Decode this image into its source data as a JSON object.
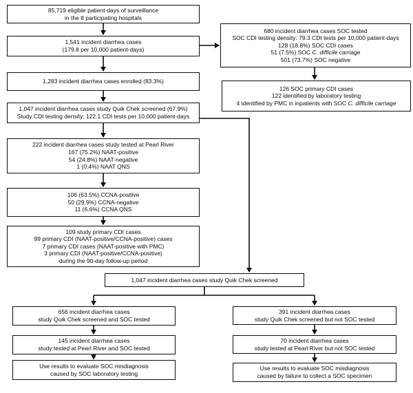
{
  "figure": {
    "background": "#ffffff",
    "line_color": "#0b0b0b"
  },
  "boxes": {
    "surveillance": {
      "lines": [
        "85,719 eligible patient-days of surveillance",
        "in the 8 participating hospitals"
      ]
    },
    "incident_cases": {
      "lines": [
        "1,541 incident diarrhea cases",
        "(179.8 per 10,000 patient-days)"
      ]
    },
    "enrolled": {
      "lines": [
        "1,283 incident diarrhea cases enrolled (83.3%)"
      ]
    },
    "quik_chek_screened": {
      "lines": [
        "1,047 incident diarrhea cases study Quik Chek screened (67.9%)",
        "Study CDI testing density: 122.1 CDI tests per 10,000 patient-days"
      ]
    },
    "pearl_river_tested": {
      "lines": [
        "222 incident diarrhea cases study tested at Pearl River",
        "167 (75.2%) NAAT-positive",
        "54 (24.8%) NAAT-negative",
        "1 (0.4%) NAAT QNS"
      ]
    },
    "ccna_results": {
      "lines": [
        "106 (63.5%) CCNA-positive",
        "50 (29.9%) CCNA-negative",
        "11 (6.6%) CCNA QNS"
      ]
    },
    "study_primary_cdi": {
      "lines": [
        "109 study primary CDI cases",
        "99 primary CDI (NAAT-positive/CCNA-positive) cases",
        "7 primary CDI cases (NAAT-positive with PMC)",
        "3 primary CDI (NAAT-positive/CCNA-positive)",
        "during the 90-day follow-up period"
      ]
    },
    "soc_tested": {
      "line1": "680 incident diarrhea cases SOC tested",
      "line2": "SOC CDI testing density: 79.3 CDI tests per 10,000 patient-days",
      "line3": "128 (18.8%) SOC CDI cases",
      "line4_pre": "51 (7.5%) SOC ",
      "line4_italic": "C. difficile",
      "line4_post": " carriage",
      "line5": "501 (73.7%) SOC negative"
    },
    "soc_primary_cdi": {
      "line1": "126 SOC primary CDI cases",
      "line2": "122 identified by laboratory testing",
      "line3_pre": "4 identified by PMC in inpatients with SOC ",
      "line3_italic": "C. difficile",
      "line3_post": " carriage"
    },
    "screened_all": {
      "lines": [
        "1,047 incident diarrhea cases study Quik Chek screened"
      ]
    },
    "screened_and_soc": {
      "lines": [
        "656 incident diarrhea cases",
        "study Quik Chek screened and SOC tested"
      ]
    },
    "pearl_and_soc": {
      "lines": [
        "145 incident diarrhea cases",
        "study tested at Pearl River and SOC tested"
      ]
    },
    "use_lab_misdiagnosis": {
      "lines": [
        "Use results to evaluate SOC misdiagnosis",
        "caused by SOC laboratory testing"
      ]
    },
    "screened_not_soc": {
      "lines": [
        "391 incident diarrhea cases",
        "study Quik Chek screened but not SOC tested"
      ]
    },
    "pearl_not_soc": {
      "lines": [
        "70 incident diarrhea cases",
        "study tested at Pearl River but not SOC tested"
      ]
    },
    "use_specimen_misdiagnosis": {
      "lines": [
        "Use results to evaluate SOC misdiagnosis",
        "caused by failure to collect a SOC specimen"
      ]
    }
  }
}
